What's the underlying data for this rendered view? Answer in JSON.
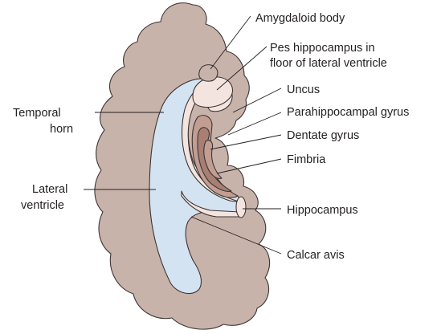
{
  "colors": {
    "brain_tissue": "#c8b3ab",
    "ventricle": "#d4e3f2",
    "hippocampus": "#f4e4df",
    "dentate_dark": "#a77f73",
    "dentate_mid": "#c19d92",
    "outline": "#3d3533",
    "text": "#231f20"
  },
  "labels": {
    "amygdaloid_body": "Amygdaloid body",
    "pes_hippocampus_line1": "Pes hippocampus in",
    "pes_hippocampus_line2": "floor of lateral ventricle",
    "uncus": "Uncus",
    "parahippocampal_gyrus": "Parahippocampal gyrus",
    "dentate_gyrus": "Dentate gyrus",
    "fimbria": "Fimbria",
    "hippocampus": "Hippocampus",
    "calcar_avis": "Calcar avis",
    "temporal_horn_line1": "Temporal",
    "temporal_horn_line2": "horn",
    "lateral_ventricle_line1": "Lateral",
    "lateral_ventricle_line2": "ventricle"
  }
}
